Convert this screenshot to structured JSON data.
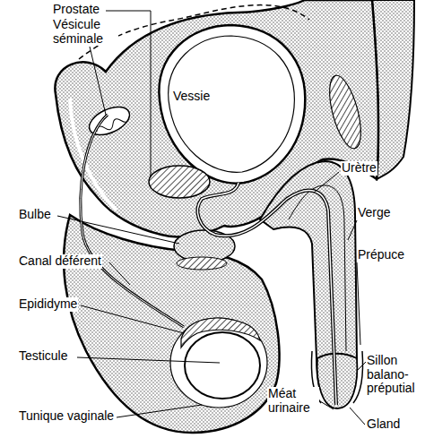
{
  "diagram": {
    "labels": [
      "Prostate",
      "Vésicule séminale",
      "Vessie",
      "Urètre",
      "Bulbe",
      "Verge",
      "Canal déférent",
      "Prépuce",
      "Epididyme",
      "Testicule",
      "Sillon balano-préputial",
      "Méat urinaire",
      "Tunique vaginale",
      "Gland"
    ]
  }
}
